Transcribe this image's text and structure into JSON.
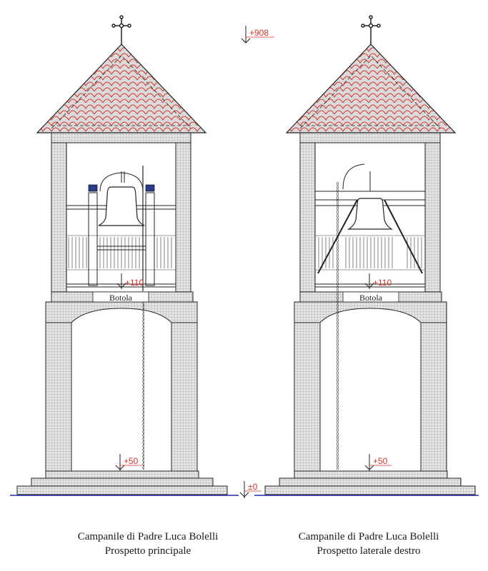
{
  "elevations": {
    "top": "+908",
    "base": "±0",
    "floor_left": "+50",
    "floor_right": "+50",
    "belfry_left": "+110",
    "belfry_right": "+110"
  },
  "labels": {
    "hatch_left": "Botola",
    "hatch_right": "Botola"
  },
  "captions": {
    "left_title": "Campanile di Padre Luca Bolelli",
    "left_sub": "Prospetto principale",
    "right_title": "Campanile di Padre Luca Bolelli",
    "right_sub": "Prospetto laterale destro"
  },
  "colors": {
    "line": "#222222",
    "grid": "#8a8a8a",
    "roof_fill": "#d9d9d9",
    "tile_red": "#d9342b",
    "ground_blue": "#1a2fb5",
    "marker_red": "#d9342b",
    "bell": "#ffffff",
    "motor_blue": "#2a3a8a"
  }
}
